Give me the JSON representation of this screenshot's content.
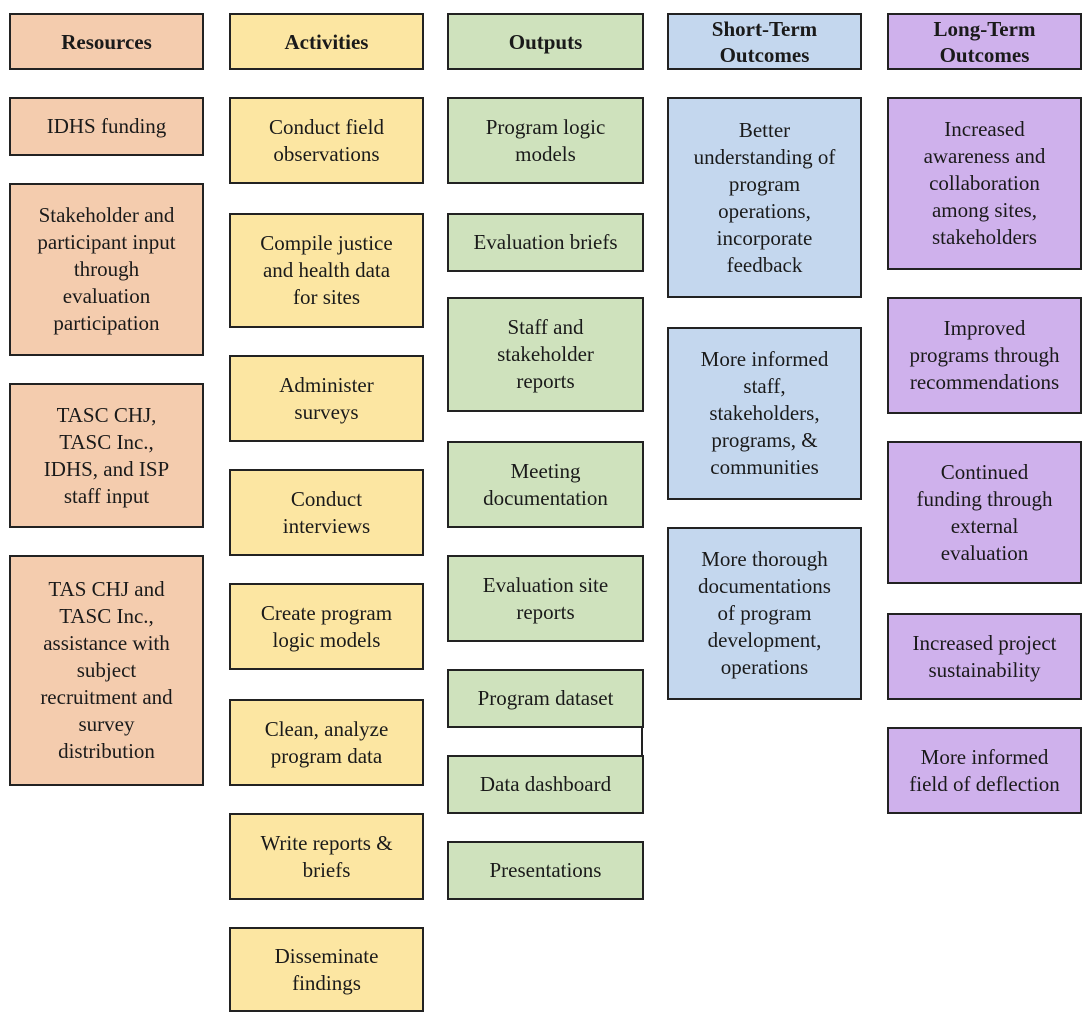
{
  "columns": {
    "resources": {
      "header": "Resources",
      "items": [
        "IDHS funding",
        "Stakeholder and\nparticipant input\nthrough\nevaluation\nparticipation",
        "TASC CHJ,\nTASC Inc.,\nIDHS, and ISP\nstaff input",
        "TAS CHJ and\nTASC Inc.,\nassistance with\nsubject\nrecruitment and\nsurvey\ndistribution"
      ]
    },
    "activities": {
      "header": "Activities",
      "items": [
        "Conduct field\nobservations",
        "Compile justice\nand health data\nfor sites",
        "Administer\nsurveys",
        "Conduct\ninterviews",
        "Create program\nlogic models",
        "Clean, analyze\nprogram data",
        "Write reports &\nbriefs",
        "Disseminate\nfindings"
      ]
    },
    "outputs": {
      "header": "Outputs",
      "items": [
        "Program logic\nmodels",
        "Evaluation briefs",
        "Staff and\nstakeholder\nreports",
        "Meeting\ndocumentation",
        "Evaluation site\nreports",
        "Program dataset",
        "Data dashboard",
        "Presentations"
      ]
    },
    "short_term": {
      "header": "Short-Term\nOutcomes",
      "items": [
        "Better\nunderstanding of\nprogram\noperations,\nincorporate\nfeedback",
        "More informed\nstaff,\nstakeholders,\nprograms, &\ncommunities",
        "More thorough\ndocumentations\nof program\ndevelopment,\noperations"
      ]
    },
    "long_term": {
      "header": "Long-Term\nOutcomes",
      "items": [
        "Increased\nawareness and\ncollaboration\namong sites,\nstakeholders",
        "Improved\nprograms through\nrecommendations",
        "Continued\nfunding through\nexternal\nevaluation",
        "Increased project\nsustainability",
        "More informed\nfield of deflection"
      ]
    }
  },
  "colors": {
    "resources": "#f4ccae",
    "activities": "#fce6a2",
    "outputs": "#cfe2bd",
    "short_term": "#c4d7ee",
    "long_term": "#cfb1ec"
  }
}
